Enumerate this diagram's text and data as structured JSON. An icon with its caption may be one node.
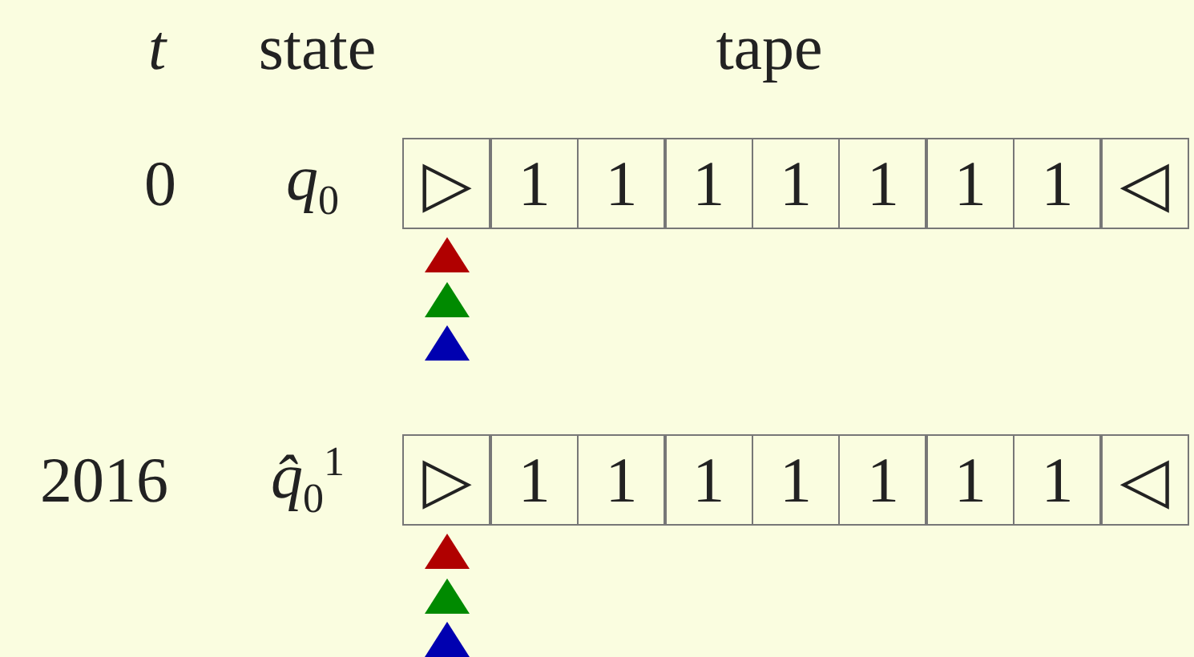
{
  "diagram": {
    "nodes": [
      {
        "text": [
          "▷"
        ]
      },
      {
        "text": [
          "1"
        ]
      },
      {
        "text": [
          "1"
        ]
      },
      {
        "text": [
          "1"
        ]
      },
      {
        "text": [
          "1"
        ]
      },
      {
        "text": [
          "1"
        ]
      },
      {
        "text": [
          "1"
        ]
      },
      {
        "text": [
          "1"
        ]
      },
      {
        "text": [
          "◁"
        ]
      },
      {
        "text": [
          "▷"
        ]
      },
      {
        "text": [
          "1"
        ]
      },
      {
        "text": [
          "1"
        ]
      },
      {
        "text": [
          "1"
        ]
      },
      {
        "text": [
          "1"
        ]
      },
      {
        "text": [
          "1"
        ]
      },
      {
        "text": [
          "1"
        ]
      },
      {
        "text": [
          "1"
        ]
      },
      {
        "text": [
          "◁"
        ]
      }
    ],
    "labels": [
      "*t*",
      "state",
      "tape",
      "0",
      "*q*$_{0}$",
      "2016",
      "*q̂*$_{0}$$^{1}$"
    ]
  }
}
